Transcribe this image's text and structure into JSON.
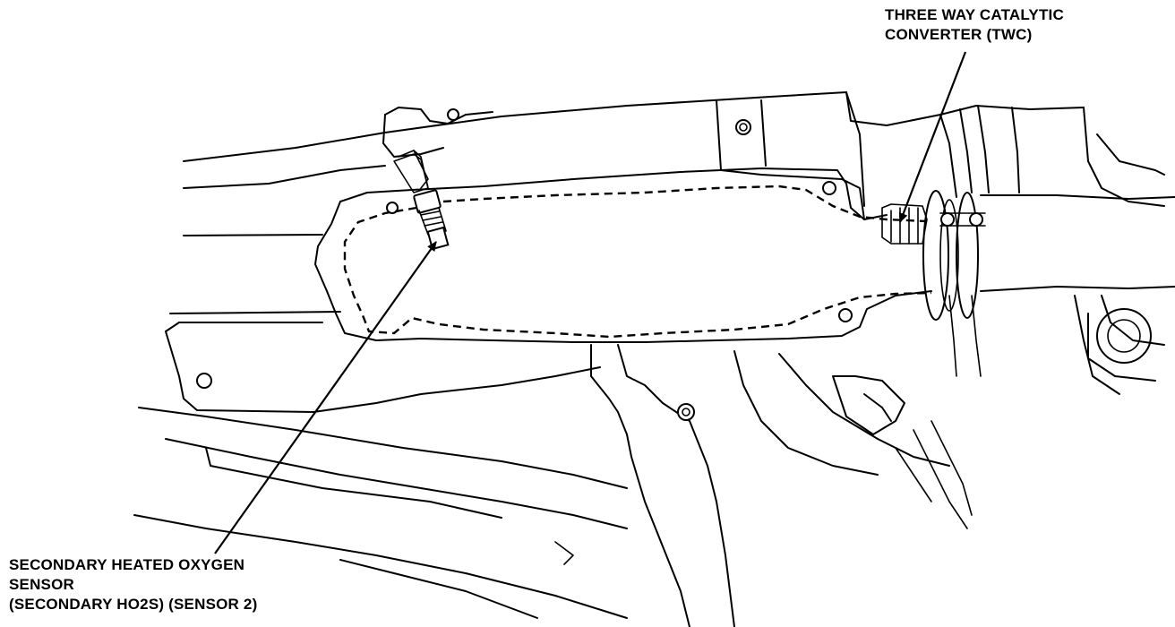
{
  "labels": {
    "twc": {
      "line1": "THREE WAY CATALYTIC",
      "line2": "CONVERTER (TWC)"
    },
    "ho2s": {
      "line1": "SECONDARY HEATED OXYGEN",
      "line2": "SENSOR",
      "line3": "(SECONDARY HO2S) (SENSOR 2)"
    }
  },
  "colors": {
    "ink": "#000000",
    "paper": "#ffffff"
  }
}
